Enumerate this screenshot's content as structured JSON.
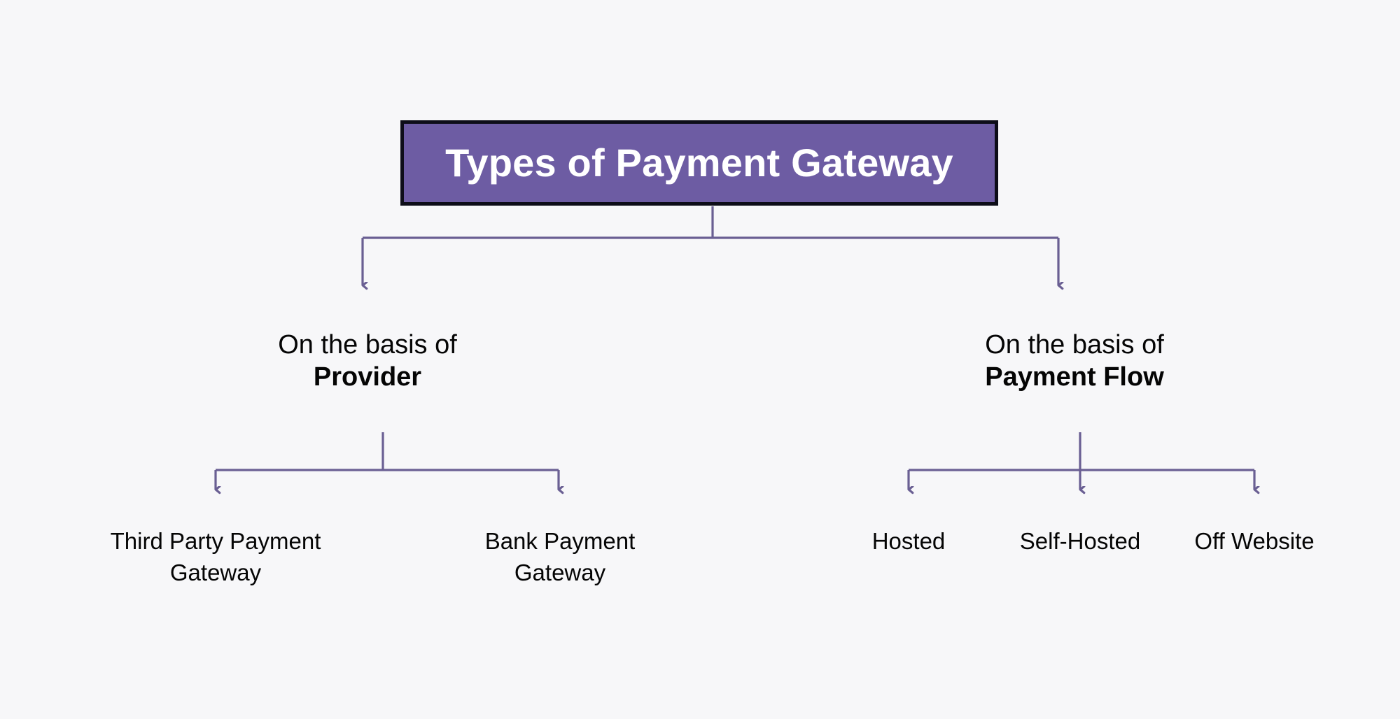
{
  "page": {
    "background_color": "#f7f7f9",
    "text_color": "#050505"
  },
  "root": {
    "title": "Types of Payment Gateway",
    "fill_color": "#6d5ca3",
    "border_color": "#0d0d18",
    "text_color": "#ffffff"
  },
  "connector": {
    "color": "#6a5f93"
  },
  "branches": [
    {
      "id": "provider",
      "lead": "On the basis of",
      "emphasis": "Provider",
      "children": [
        {
          "id": "third-party",
          "lines": [
            "Third Party Payment",
            "Gateway"
          ]
        },
        {
          "id": "bank",
          "lines": [
            "Bank Payment",
            "Gateway"
          ]
        }
      ]
    },
    {
      "id": "payment-flow",
      "lead": "On the basis of",
      "emphasis": "Payment Flow",
      "children": [
        {
          "id": "hosted",
          "lines": [
            "Hosted"
          ]
        },
        {
          "id": "self-hosted",
          "lines": [
            "Self-Hosted"
          ]
        },
        {
          "id": "off-website",
          "lines": [
            "Off Website"
          ]
        }
      ]
    }
  ],
  "chart_data": {
    "type": "table",
    "title": "Types of Payment Gateway",
    "nodes": [
      {
        "level": 0,
        "label": "Types of Payment Gateway",
        "parent": null
      },
      {
        "level": 1,
        "label": "On the basis of Provider",
        "parent": "Types of Payment Gateway"
      },
      {
        "level": 1,
        "label": "On the basis of Payment Flow",
        "parent": "Types of Payment Gateway"
      },
      {
        "level": 2,
        "label": "Third Party Payment Gateway",
        "parent": "On the basis of Provider"
      },
      {
        "level": 2,
        "label": "Bank Payment Gateway",
        "parent": "On the basis of Provider"
      },
      {
        "level": 2,
        "label": "Hosted",
        "parent": "On the basis of Payment Flow"
      },
      {
        "level": 2,
        "label": "Self-Hosted",
        "parent": "On the basis of Payment Flow"
      },
      {
        "level": 2,
        "label": "Off Website",
        "parent": "On the basis of Payment Flow"
      }
    ]
  }
}
